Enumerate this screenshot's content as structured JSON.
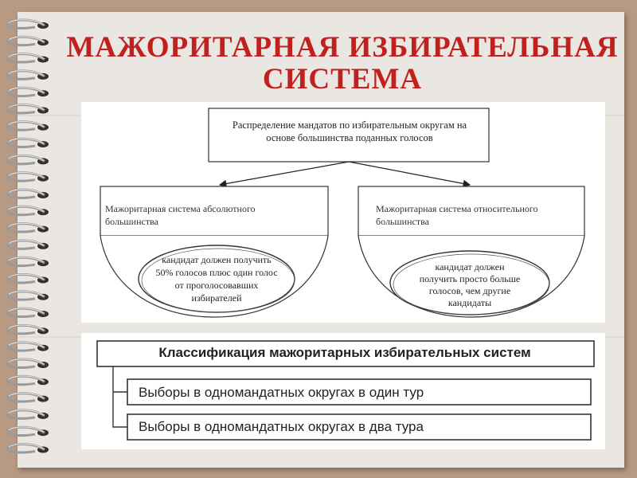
{
  "title": {
    "line1": "МАЖОРИТАРНАЯ ИЗБИРАТЕЛЬНАЯ",
    "line2": "СИСТЕМА"
  },
  "diagram": {
    "root": {
      "line1": "Распределение мандатов по избирательным округам на",
      "line2": "основе большинства поданных голосов"
    },
    "branches": [
      {
        "label_line1": "Мажоритарная система абсолютного",
        "label_line2": "большинства",
        "rule_lines": [
          "кандидат должен получить",
          "50% голосов плюс один голос",
          "от проголосовавших",
          "избирателей"
        ]
      },
      {
        "label_line1": "Мажоритарная система относительного",
        "label_line2": "большинства",
        "rule_lines": [
          "кандидат должен",
          "получить просто больше",
          "голосов, чем другие",
          "кандидаты"
        ]
      }
    ]
  },
  "classification": {
    "title": "Классификация мажоритарных избирательных систем",
    "items": [
      "Выборы в одномандатных округах в один тур",
      "Выборы в одномандатных округах в два тура"
    ]
  },
  "colors": {
    "title": "#c0201e",
    "background": "#b89a82",
    "page": "#eae6e2"
  }
}
